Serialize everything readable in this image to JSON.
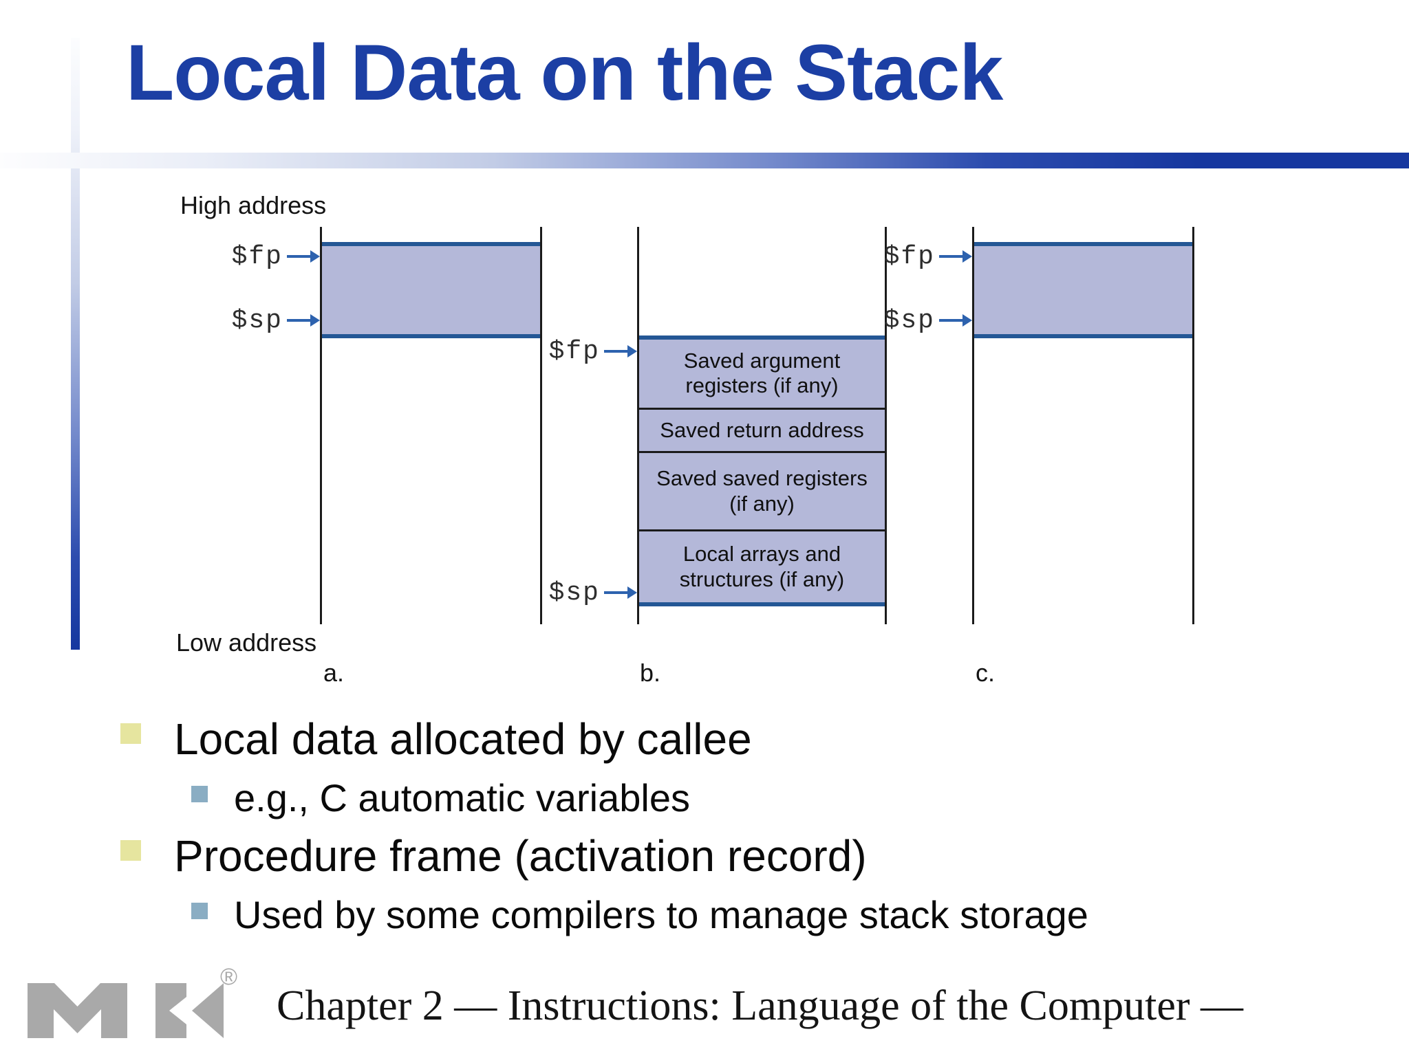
{
  "slide": {
    "title": "Local Data on the Stack"
  },
  "diagram": {
    "high_address": "High address",
    "low_address": "Low address",
    "register_fp": "$fp",
    "register_sp": "$sp",
    "frame_segments": [
      "Saved argument registers (if any)",
      "Saved return address",
      "Saved saved registers (if any)",
      "Local arrays and structures (if any)"
    ],
    "column_labels": [
      "a.",
      "b.",
      "c."
    ]
  },
  "bullets": [
    {
      "level": 1,
      "text": "Local data allocated by callee"
    },
    {
      "level": 2,
      "text": "e.g., C automatic variables"
    },
    {
      "level": 1,
      "text": "Procedure frame (activation record)"
    },
    {
      "level": 2,
      "text": "Used by some compilers to manage stack storage"
    }
  ],
  "footer": {
    "logo_text": "MK",
    "registered_mark": "®",
    "caption": "Chapter 2 — Instructions: Language of the Computer — "
  },
  "colors": {
    "title_blue": "#1c3fa4",
    "accent_gradient_blue": "#16379f",
    "frame_fill": "#b4b8d9",
    "frame_border_blue": "#245795",
    "arrow_blue": "#2d62ae",
    "bullet_level1": "#e6e59f",
    "bullet_level2": "#8aadc3",
    "logo_gray": "#a9a9a9"
  }
}
